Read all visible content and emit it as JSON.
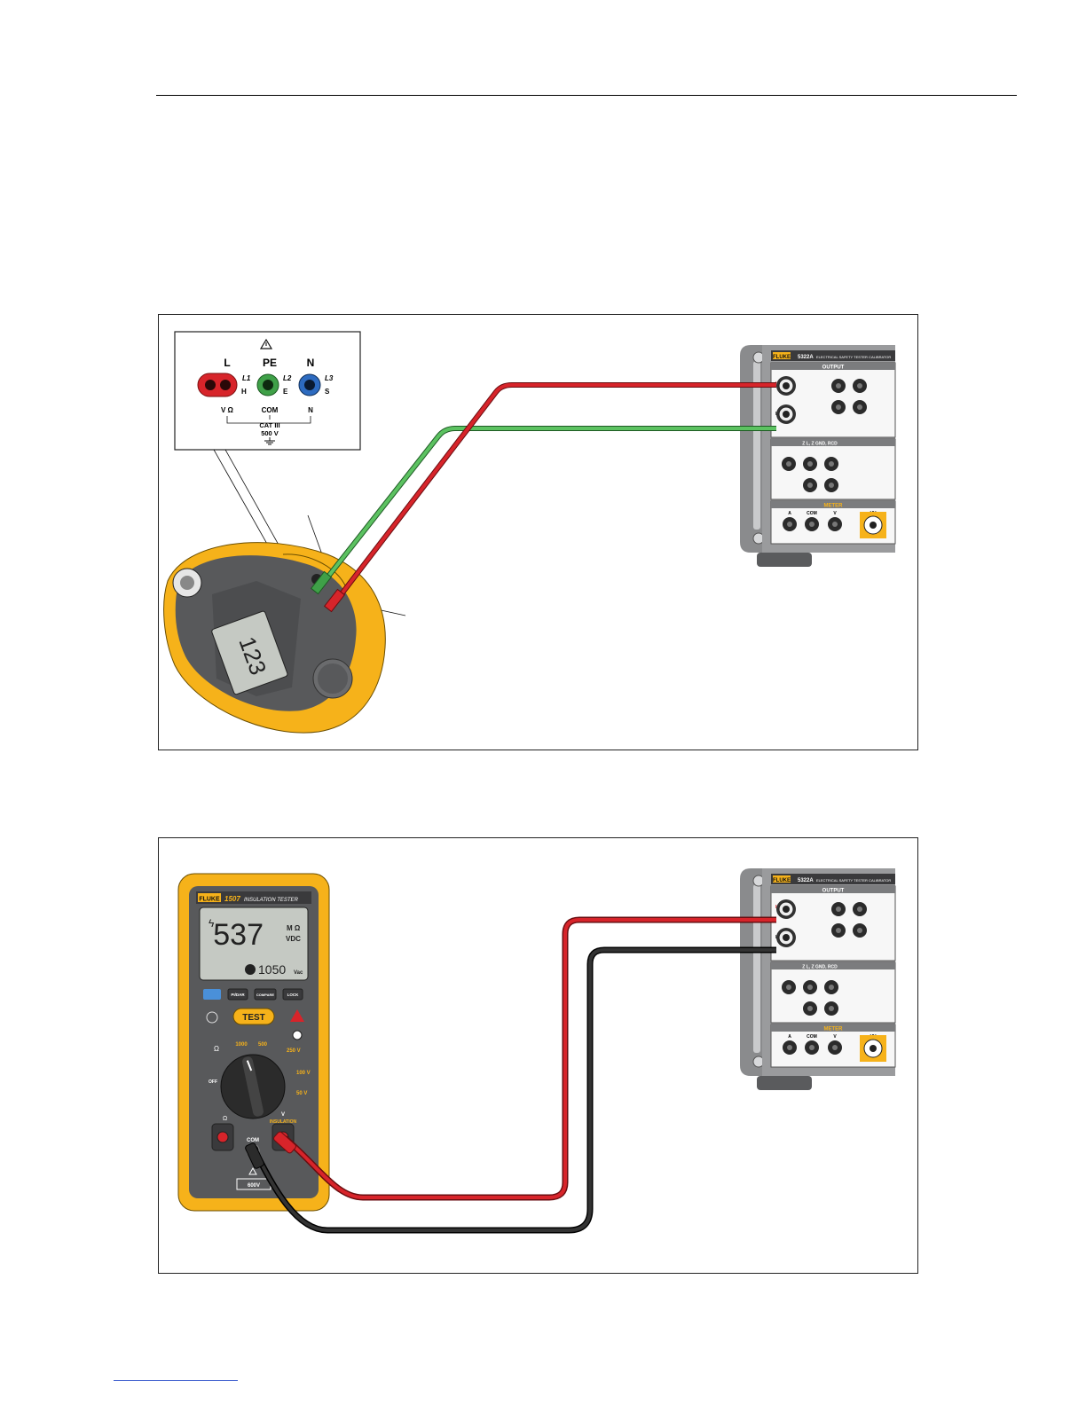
{
  "panel": {
    "L": "L",
    "PE": "PE",
    "N": "N",
    "L1": "L1",
    "L2": "L2",
    "L3": "L3",
    "H": "H",
    "E": "E",
    "S": "S",
    "VOhm": "V Ω",
    "COM": "COM",
    "Nlow": "N",
    "cat": "CAT III",
    "volt": "500 V"
  },
  "calibrator": {
    "brand": "FLUKE",
    "model": "5322A",
    "name": "ELECTRICAL SAFETY TESTER CALIBRATOR",
    "output": "OUTPUT",
    "hi": "HI",
    "lo": "LO",
    "rcd": "Z L, Z GND, RCD",
    "meter": "METER",
    "a": "A",
    "com": "COM",
    "v": "V",
    "hv": "HV"
  },
  "tester1": {
    "reading": "123"
  },
  "tester2": {
    "brand": "FLUKE",
    "model": "1507",
    "title": "INSULATION TESTER",
    "reading": "537",
    "unit1": "M Ω",
    "unit2": "VDC",
    "sub": "1050",
    "subunit": "Vac",
    "btn_pi": "PI/DAR",
    "btn_compare": "COMPARE",
    "btn_lock": "LOCK",
    "test": "TEST",
    "r1000": "1000",
    "r500": "500",
    "r250": "250 V",
    "r100": "100 V",
    "r50": "50 V",
    "off": "OFF",
    "ohm": "Ω",
    "com": "COM",
    "v": "V",
    "insulation": "INSULATION",
    "warn": "600V"
  },
  "colors": {
    "red": "#d7242a",
    "green": "#5cc261",
    "black": "#1a1a1a",
    "yellow": "#f6b21a",
    "gray": "#58595b"
  }
}
